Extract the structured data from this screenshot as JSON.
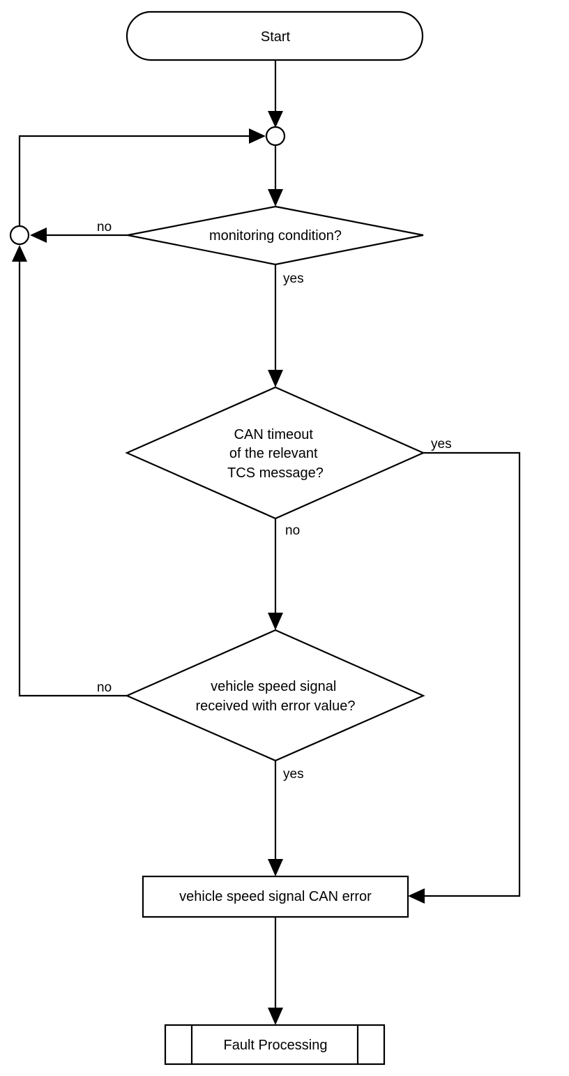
{
  "nodes": {
    "start": {
      "text": "Start"
    },
    "monitoring": {
      "text": "monitoring condition?"
    },
    "timeout": {
      "lines": [
        "CAN timeout",
        "of the relevant",
        "TCS message?"
      ]
    },
    "speed_signal": {
      "lines": [
        "vehicle speed signal",
        "received with error value?"
      ]
    },
    "error": {
      "text": "vehicle speed signal CAN error"
    },
    "fault": {
      "text": "Fault Processing"
    }
  },
  "edges": {
    "monitoring_no": "no",
    "monitoring_yes": "yes",
    "timeout_yes": "yes",
    "timeout_no": "no",
    "speed_no": "no",
    "speed_yes": "yes"
  }
}
